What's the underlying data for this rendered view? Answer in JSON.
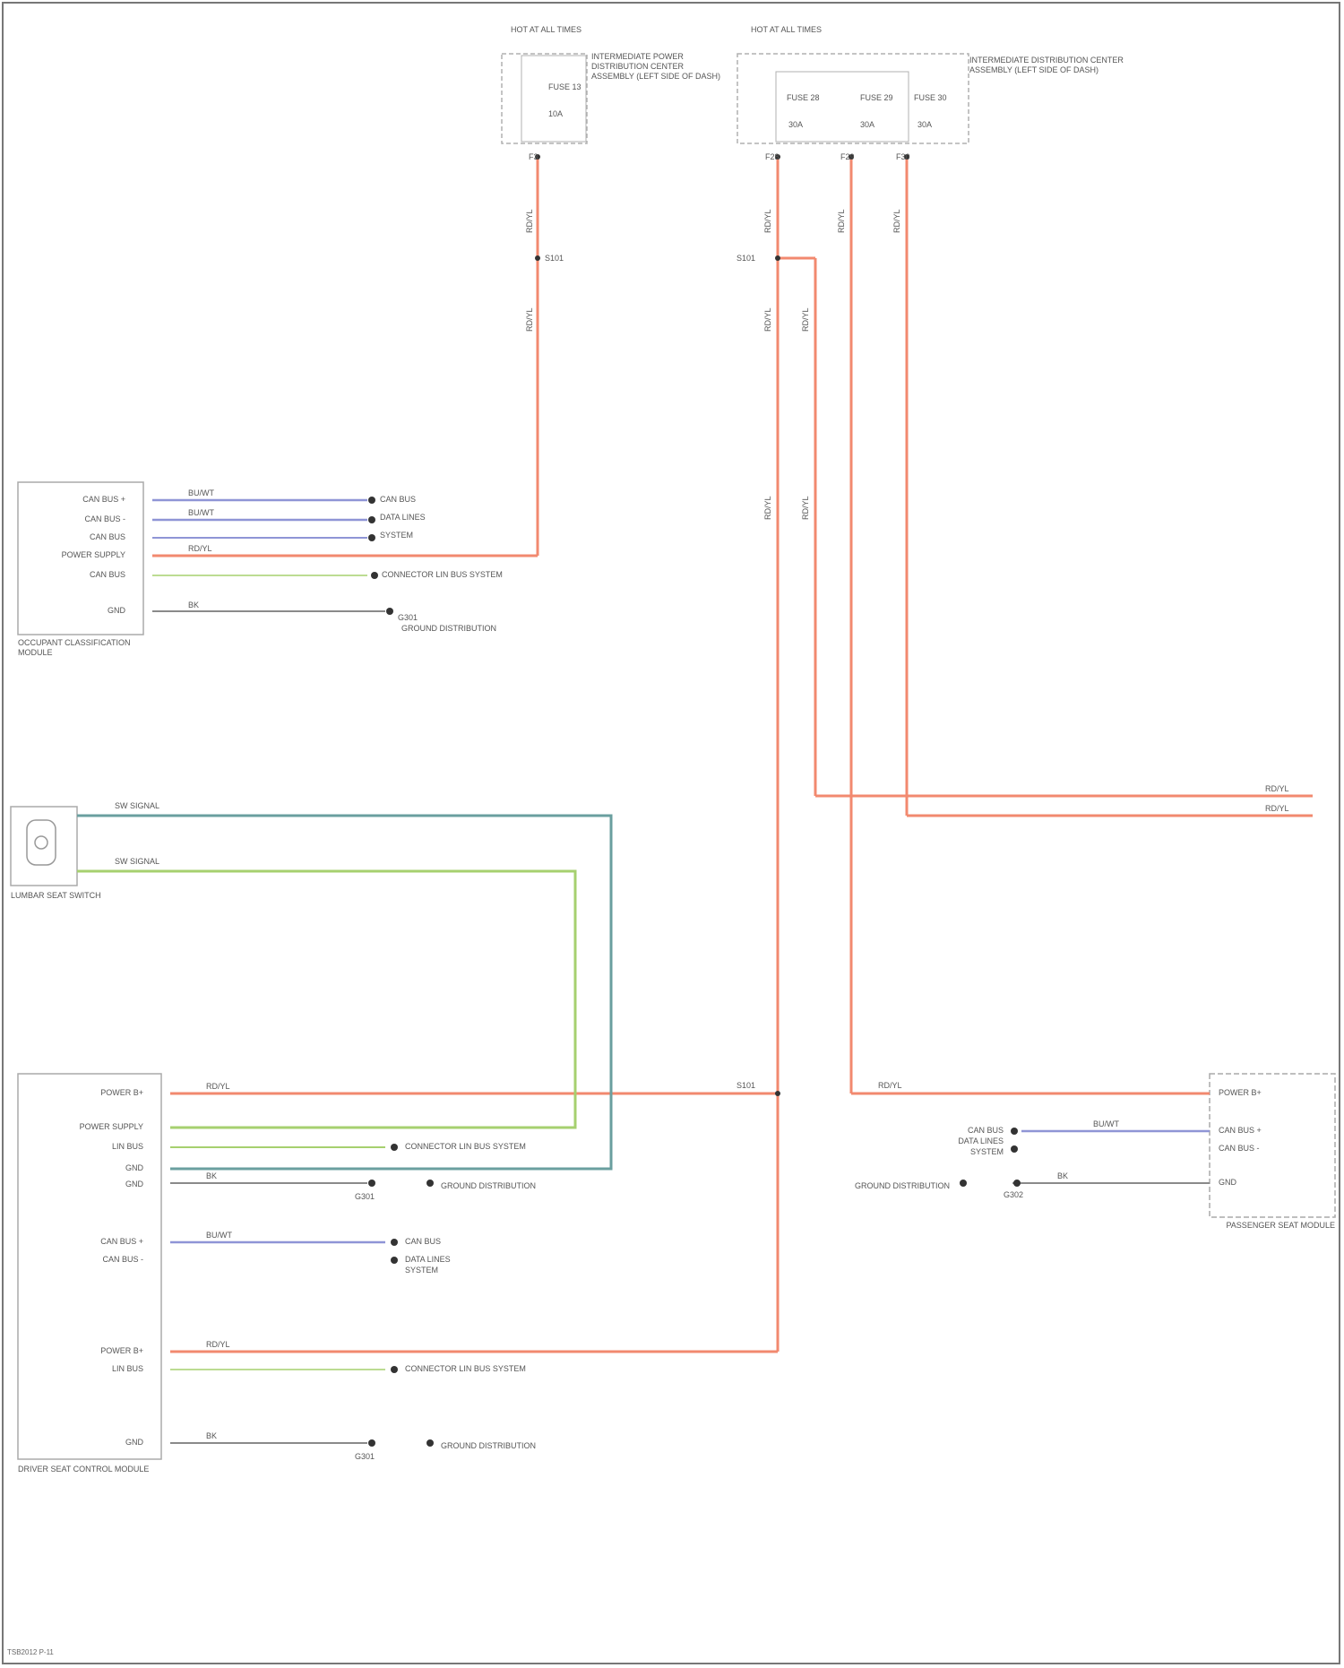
{
  "colors": {
    "red": "#f2896f",
    "blue": "#8f95d6",
    "green": "#a6d06f",
    "teal": "#6a9f9f",
    "gray": "#8a8a8a",
    "dash": "#b0b0b0"
  },
  "components": {
    "fuse_box_left_header": "HOT AT ALL TIMES",
    "fuse_box_left_name": "INTERMEDIATE POWER DISTRIBUTION CENTER ASSEMBLY (LEFT SIDE OF DASH)",
    "fuse_box_left_fuse": "FUSE 13",
    "fuse_box_left_amp": "10A",
    "fuse_box_left_pin": "F3",
    "fuse_box_right_header": "HOT AT ALL TIMES",
    "fuse_box_right_name": "INTERMEDIATE DISTRIBUTION CENTER ASSEMBLY (LEFT SIDE OF DASH)",
    "fuse_box_right_fuses": [
      "FUSE 28",
      "FUSE 29",
      "FUSE 30"
    ],
    "fuse_box_right_amps": [
      "30A",
      "30A",
      "30A"
    ],
    "fuse_box_right_pins": [
      "F28",
      "F29",
      "F30"
    ],
    "occ_module_name": "OCCUPANT CLASSIFICATION MODULE",
    "occ_module_pins": [
      "CAN BUS +",
      "CAN BUS -",
      "CAN BUS",
      "POWER SUPPLY",
      "CAN BUS",
      "GND"
    ],
    "lumbar_switch_name": "LUMBAR SEAT SWITCH",
    "lumbar_wires": [
      "SW SIGNAL",
      "SW SIGNAL"
    ],
    "driver_module_name": "DRIVER SEAT CONTROL MODULE",
    "driver_module_pins": [
      "POWER B+",
      "POWER SUPPLY",
      "LIN BUS",
      "GND",
      "GND",
      "CAN BUS +",
      "CAN BUS -",
      "POWER B+",
      "LIN BUS",
      "GND"
    ],
    "pass_module_name": "PASSENGER SEAT MODULE",
    "pass_module_pins": [
      "POWER B+",
      "CAN BUS +",
      "CAN BUS -",
      "GND"
    ]
  },
  "wires": {
    "red_gauge": "RD/YL",
    "blue_gauge": "BU/WT",
    "gray_gauge": "BK",
    "splice": "S101",
    "ground_left": "G301",
    "ground_right": "G302"
  },
  "references": {
    "ref_can_1": "CAN BUS",
    "ref_can_2": "DATA LINES",
    "ref_can_3": "SYSTEM",
    "ref_lin": "CONNECTOR LIN BUS SYSTEM",
    "ref_ground_occ": "GROUND DISTRIBUTION",
    "ref_ground_driver": "GROUND DISTRIBUTION",
    "ref_ground_pass": "GROUND DISTRIBUTION",
    "ref_right_edge": [
      "RD/YL",
      "RD/YL"
    ]
  },
  "footer": "TSB2012 P-11"
}
